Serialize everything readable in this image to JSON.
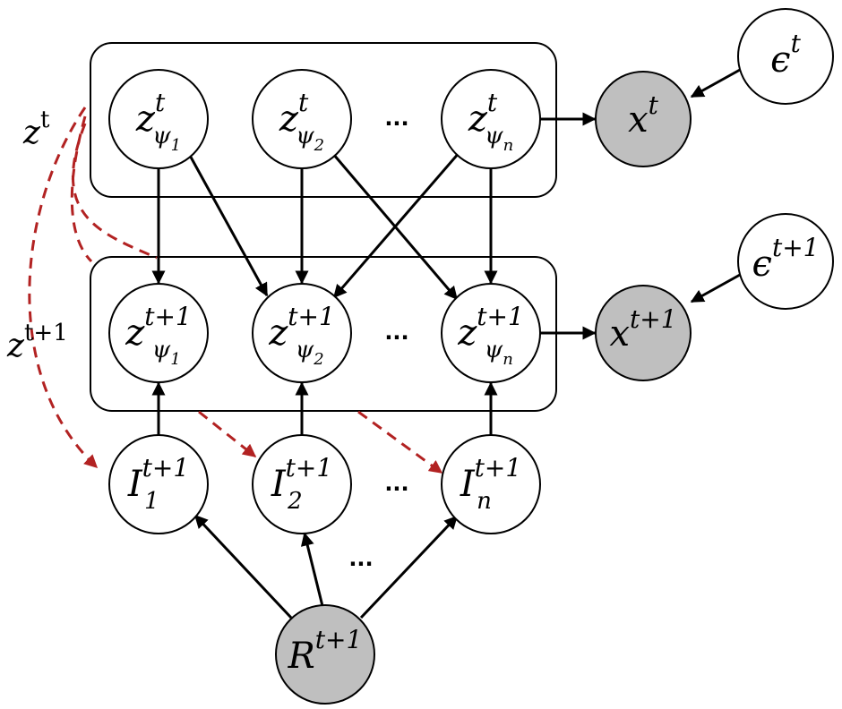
{
  "diagram": {
    "plates": {
      "top": {
        "label": {
          "main": "z",
          "sup": "t"
        }
      },
      "bottom": {
        "label": {
          "main": "z",
          "sup": "t+1"
        }
      }
    },
    "nodes": {
      "z_t_1": {
        "main": "z",
        "sup": "t",
        "sub": "ψ",
        "ssub": "1"
      },
      "z_t_2": {
        "main": "z",
        "sup": "t",
        "sub": "ψ",
        "ssub": "2"
      },
      "z_t_n": {
        "main": "z",
        "sup": "t",
        "sub": "ψ",
        "ssub": "n"
      },
      "z_t1_1": {
        "main": "z",
        "sup": "t+1",
        "sub": "ψ",
        "ssub": "1"
      },
      "z_t1_2": {
        "main": "z",
        "sup": "t+1",
        "sub": "ψ",
        "ssub": "2"
      },
      "z_t1_n": {
        "main": "z",
        "sup": "t+1",
        "sub": "ψ",
        "ssub": "n"
      },
      "I_1": {
        "main": "I",
        "sup": "t+1",
        "sub": "1"
      },
      "I_2": {
        "main": "I",
        "sup": "t+1",
        "sub": "2"
      },
      "I_n": {
        "main": "I",
        "sup": "t+1",
        "sub": "n"
      },
      "x_t": {
        "main": "x",
        "sup": "t",
        "observed": true
      },
      "x_t1": {
        "main": "x",
        "sup": "t+1",
        "observed": true
      },
      "eps_t": {
        "main": "ϵ",
        "sup": "t"
      },
      "eps_t1": {
        "main": "ϵ",
        "sup": "t+1"
      },
      "R": {
        "main": "R",
        "sup": "t+1",
        "observed": true
      }
    },
    "ellipsis": "..."
  },
  "colors": {
    "observed_fill": "#bfbfbf",
    "dashed_edge": "#b22222",
    "edge": "#000000"
  }
}
